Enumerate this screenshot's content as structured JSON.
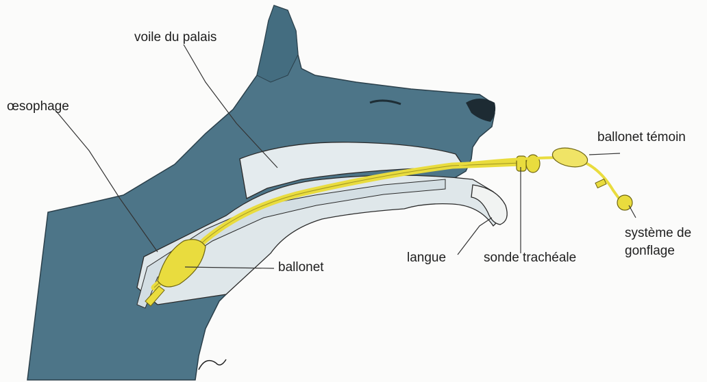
{
  "labels": {
    "voile_du_palais": "voile du palais",
    "oesophage": "œsophage",
    "ballonet_temoin": "ballonet témoin",
    "systeme_de_gonflage_line1": "système de",
    "systeme_de_gonflage_line2": "gonflage",
    "langue": "langue",
    "sonde_tracheale": "sonde trachéale",
    "ballonet": "ballonet"
  },
  "colors": {
    "dog_body": "#4d7588",
    "dog_shadow": "#3c6174",
    "tube_yellow": "#e9dc3e",
    "tissue_light": "#e4ebee",
    "line_dark": "#2a2a2a"
  }
}
